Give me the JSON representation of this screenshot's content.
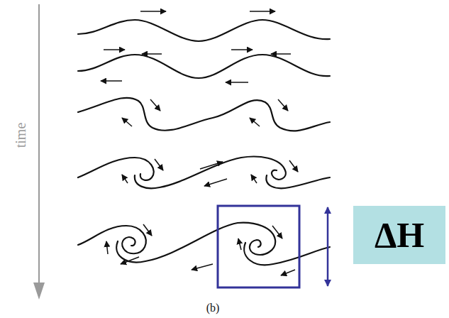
{
  "diagram": {
    "nodes": [
      {
        "text": [
          "ΔH"
        ]
      }
    ],
    "labels": [
      "time",
      "(b)"
    ]
  }
}
